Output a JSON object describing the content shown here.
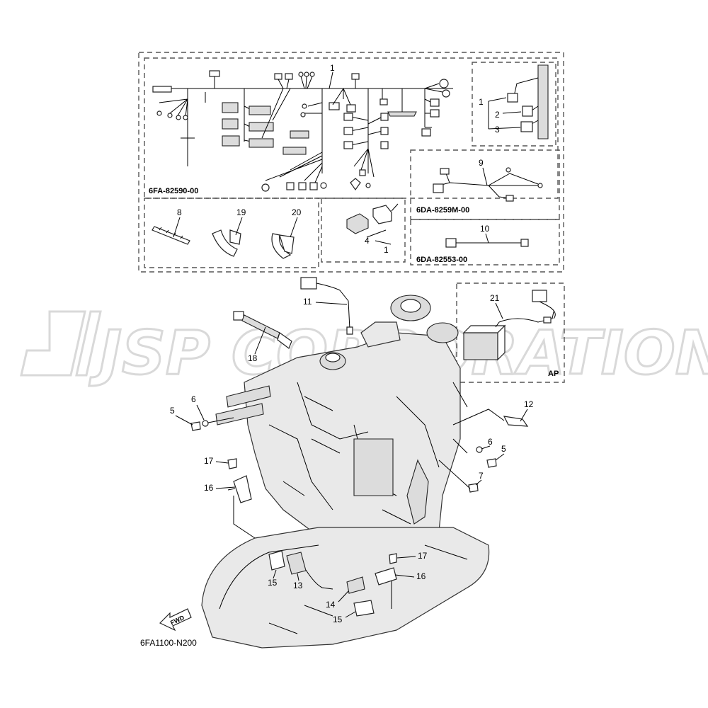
{
  "watermark": "JSP CORPORATION",
  "diagram_code": "6FA1100-N200",
  "fwd_label": "FWD",
  "ap_label": "AP",
  "harness_codes": {
    "main": "6FA-82590-00",
    "sub_9": "6DA-8259M-00",
    "sub_10": "6DA-82553-00"
  },
  "callouts": {
    "c1_main": "1",
    "c1_detail": "1",
    "c2_detail": "2",
    "c3_detail": "3",
    "c4_relay": "4",
    "c1_relay": "1",
    "c9": "9",
    "c10": "10",
    "c8": "8",
    "c19": "19",
    "c20": "20",
    "c21": "21",
    "c11": "11",
    "c18": "18",
    "c5_left": "5",
    "c6_left": "6",
    "c12": "12",
    "c6_right": "6",
    "c5_right": "5",
    "c7": "7",
    "c17_left": "17",
    "c16_left": "16",
    "c17_right": "17",
    "c16_right": "16",
    "c15_left": "15",
    "c13": "13",
    "c14": "14",
    "c15_right": "15"
  }
}
